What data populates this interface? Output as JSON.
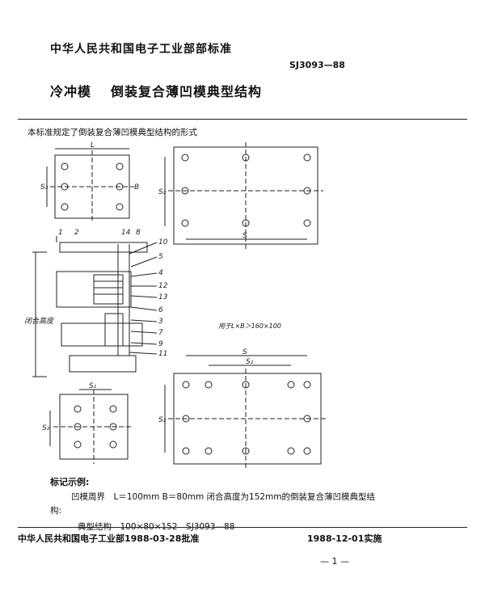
{
  "header": {
    "ministry_standard": "中华人民共和国电子工业部部标准",
    "standard_code": "SJ3093—88",
    "title_part1": "冷冲模",
    "title_part2": "倒装复合薄凹模典型结构"
  },
  "intro": "本标准规定了倒装复合薄凹模典型结构的形式",
  "drawing_labels": {
    "L": "L",
    "B": "B",
    "S": "S",
    "S1": "S₁",
    "S2": "S₂",
    "closed_height": "闭合高度",
    "note": "用于L×B＞160×100",
    "parts": [
      "1",
      "2",
      "3",
      "4",
      "5",
      "6",
      "7",
      "8",
      "9",
      "10",
      "11",
      "12",
      "13",
      "14"
    ]
  },
  "example": {
    "heading": "标记示例:",
    "line1": "凹模周界　L＝100mm  B＝80mm  闭合高度为152mm的倒装复合薄凹模典型结",
    "line2": "构:",
    "line3": "典型结构　100×80×152　SJ3093—88"
  },
  "footer": {
    "left": "中华人民共和国电子工业部1988-03-28批准",
    "right": "1988-12-01实施",
    "page": "— 1 —"
  }
}
